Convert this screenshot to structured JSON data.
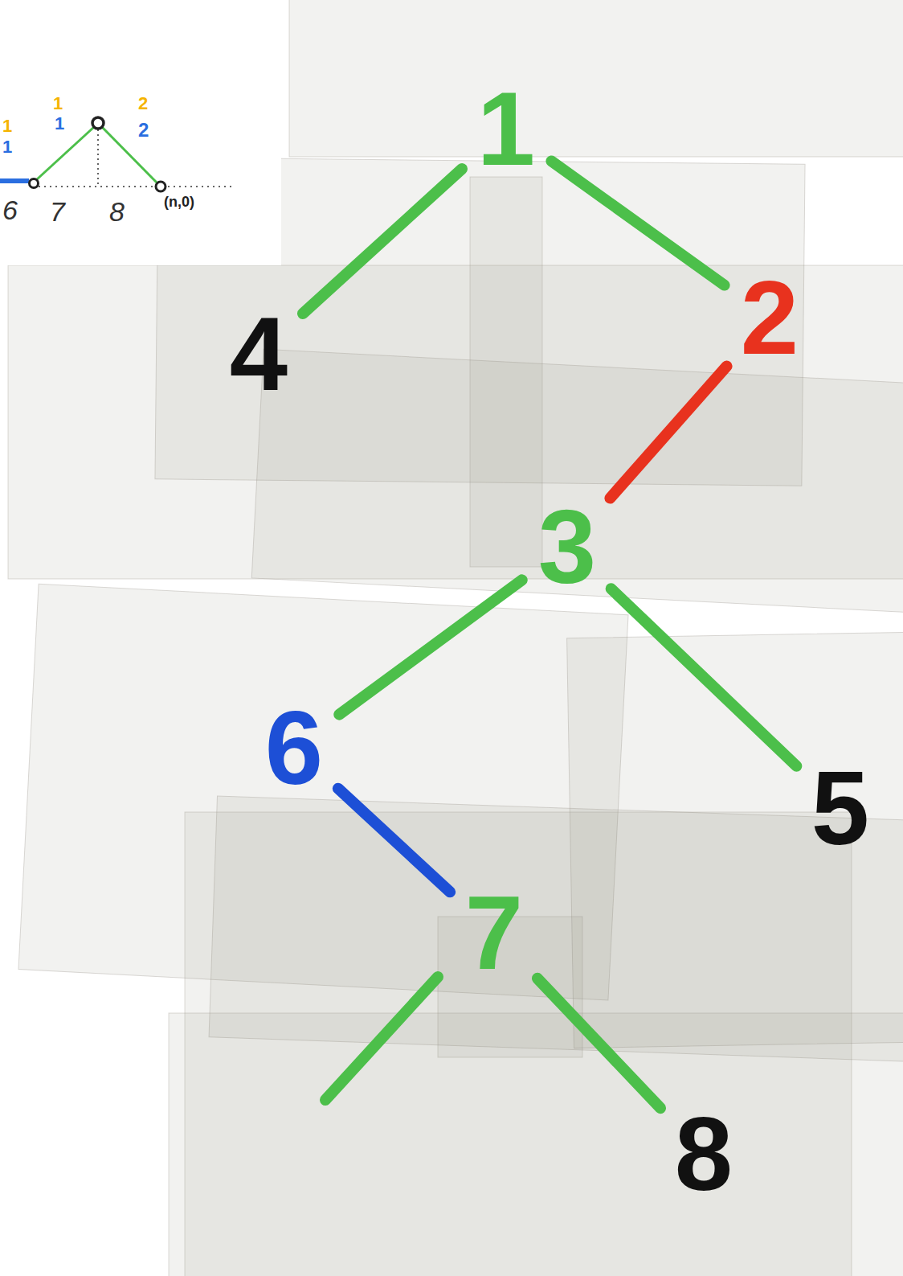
{
  "diagram": {
    "nodes": [
      {
        "text": [
          "1"
        ]
      },
      {
        "text": [
          "4"
        ]
      },
      {
        "text": [
          "2"
        ]
      },
      {
        "text": [
          "3"
        ]
      },
      {
        "text": [
          "6"
        ]
      },
      {
        "text": [
          "5"
        ]
      },
      {
        "text": [
          "7"
        ]
      },
      {
        "text": [
          "8"
        ]
      }
    ],
    "edges": [
      {
        "from": 0,
        "to": 1,
        "arrow": "none"
      },
      {
        "from": 0,
        "to": 2,
        "arrow": "none"
      },
      {
        "from": 2,
        "to": 3,
        "arrow": "none"
      },
      {
        "from": 3,
        "to": 4,
        "arrow": "none"
      },
      {
        "from": 3,
        "to": 5,
        "arrow": "none"
      },
      {
        "from": 4,
        "to": 6,
        "arrow": "none"
      },
      {
        "from": 6,
        "to": 7,
        "arrow": "none"
      }
    ],
    "labels": [
      "1",
      "1",
      "1",
      "1",
      "2",
      "2",
      "6",
      "7",
      "8",
      "(n,0)"
    ]
  }
}
